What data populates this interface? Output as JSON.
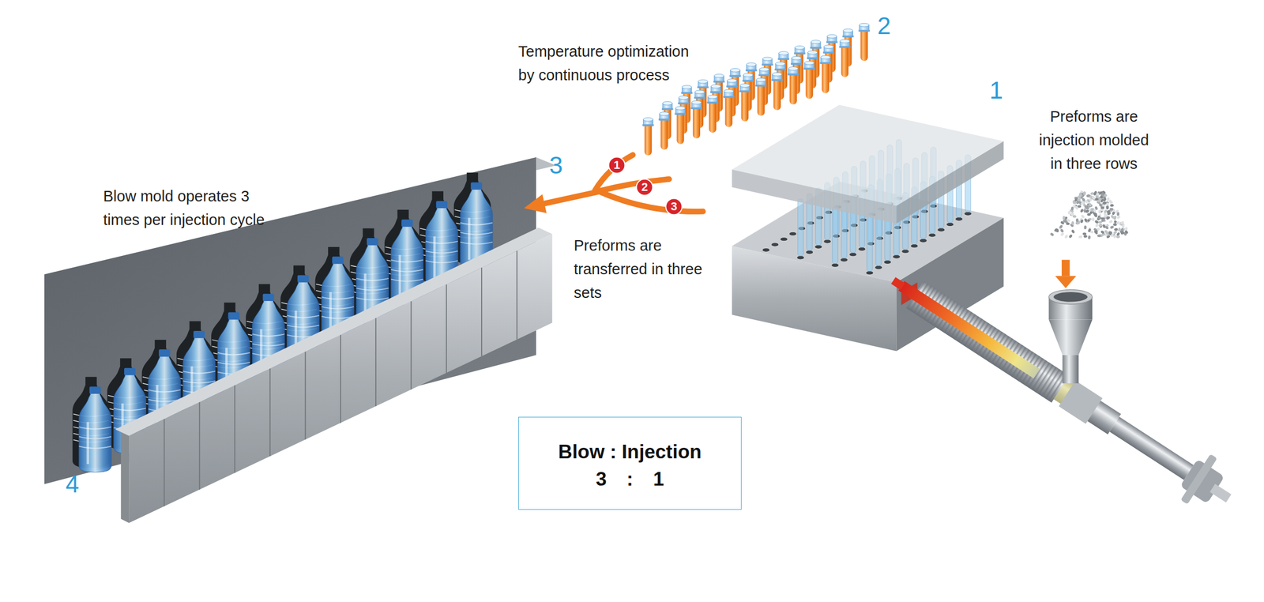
{
  "diagram": {
    "nodes": [
      {
        "text": [
          "1"
        ]
      },
      {
        "text": [
          "2"
        ]
      },
      {
        "text": [
          "3"
        ]
      },
      {
        "text": [
          "Blow : Injection",
          "3 : 1"
        ]
      }
    ],
    "labels": [
      "2",
      "Temperature optimization by continuous process",
      "1",
      "Preforms are injection molded in three rows",
      "3",
      "Blow mold operates 3 times per injection cycle",
      "Preforms are transferred in three sets",
      "4"
    ]
  }
}
